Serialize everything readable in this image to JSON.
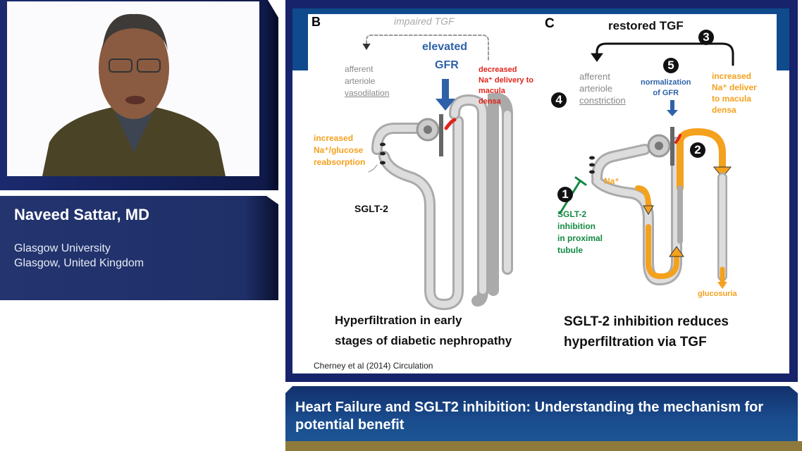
{
  "speaker": {
    "name": "Naveed Sattar, MD",
    "affiliation_line1": "Glasgow University",
    "affiliation_line2": "Glasgow, United Kingdom"
  },
  "slide": {
    "panel_b": {
      "letter": "B",
      "impaired_tgf": "impaired TGF",
      "elevated": "elevated",
      "gfr": "GFR",
      "afferent": [
        "afferent",
        "arteriole",
        "vasodilation"
      ],
      "decreased": [
        "decreased",
        "Na⁺ delivery to",
        "macula",
        "densa"
      ],
      "increased": [
        "increased",
        "Na⁺/glucose",
        "reabsorption"
      ],
      "sglt2": "SGLT-2",
      "caption": [
        "Hyperfiltration in early",
        "stages of diabetic nephropathy"
      ]
    },
    "panel_c": {
      "letter": "C",
      "restored_tgf": "restored TGF",
      "steps": [
        "1",
        "2",
        "3",
        "4",
        "5"
      ],
      "afferent": [
        "afferent",
        "arteriole",
        "constriction"
      ],
      "normalization": [
        "normalization",
        "of GFR"
      ],
      "increased": [
        "increased",
        "Na⁺ deliver",
        "to macula",
        "densa"
      ],
      "na": "Na⁺",
      "sglt2_inhibition": [
        "SGLT-2",
        "inhibition",
        "in proximal",
        "tubule"
      ],
      "glucosuria": "glucosuria",
      "caption": [
        "SGLT-2 inhibition reduces",
        "hyperfiltration via TGF"
      ]
    },
    "citation": "Cherney et al (2014) Circulation"
  },
  "banner": {
    "title": "Heart Failure and SGLT2 inhibition: Understanding the mechanism for potential benefit"
  },
  "colors": {
    "navy": "#17236a",
    "slide_blue": "#0e4a8c",
    "orange": "#f4a11d",
    "red": "#e0241b",
    "green": "#138a43",
    "gfr_blue": "#2e62a8",
    "gold": "#8d7a3c"
  }
}
